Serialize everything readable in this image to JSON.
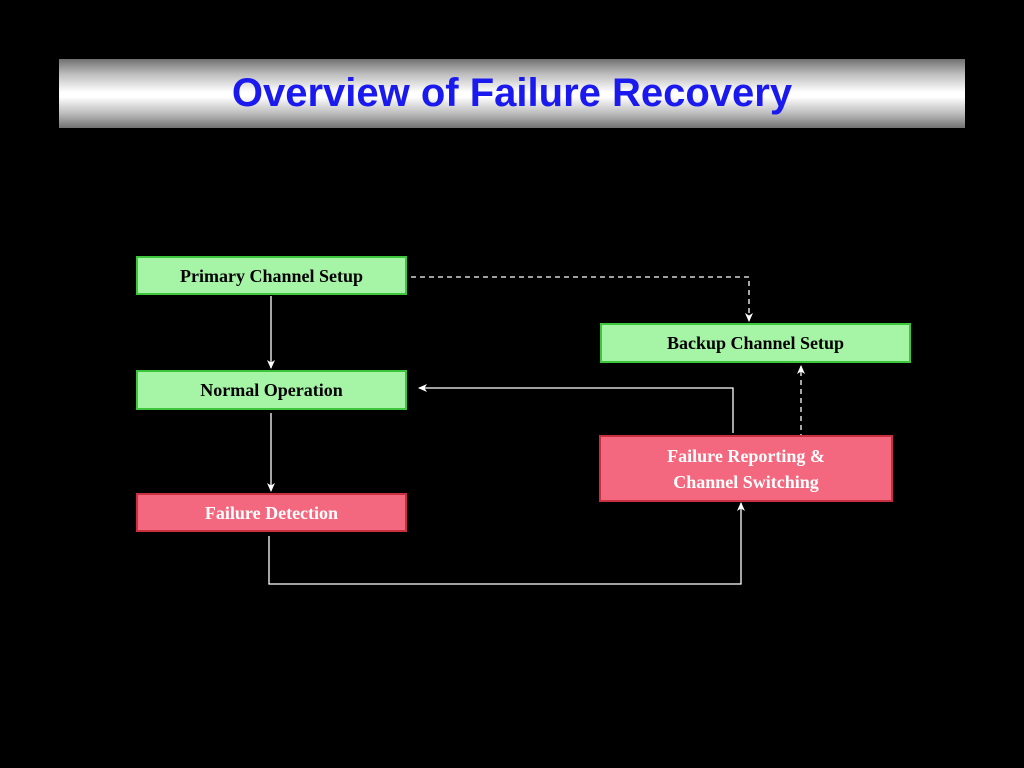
{
  "slide": {
    "title": "Overview of Failure Recovery"
  },
  "colors": {
    "background": "#000000",
    "title_text": "#1a1aee",
    "green_fill": "#a6f5a6",
    "green_border": "#3cc63c",
    "red_fill": "#f3687e",
    "red_border": "#c8303f",
    "connector": "#ffffff"
  },
  "diagram": {
    "nodes": {
      "primary_channel_setup": {
        "label": "Primary Channel Setup"
      },
      "normal_operation": {
        "label": "Normal Operation"
      },
      "failure_detection": {
        "label": "Failure Detection"
      },
      "backup_channel_setup": {
        "label": "Backup Channel Setup"
      },
      "failure_reporting": {
        "label_line1": "Failure Reporting &",
        "label_line2": "Channel Switching"
      }
    },
    "edges": [
      {
        "from": "primary_channel_setup",
        "to": "normal_operation",
        "style": "solid"
      },
      {
        "from": "normal_operation",
        "to": "failure_detection",
        "style": "solid"
      },
      {
        "from": "failure_detection",
        "to": "failure_reporting",
        "style": "solid"
      },
      {
        "from": "failure_reporting",
        "to": "normal_operation",
        "style": "solid"
      },
      {
        "from": "primary_channel_setup",
        "to": "backup_channel_setup",
        "style": "dashed"
      },
      {
        "from": "failure_reporting",
        "to": "backup_channel_setup",
        "style": "dashed"
      }
    ]
  }
}
